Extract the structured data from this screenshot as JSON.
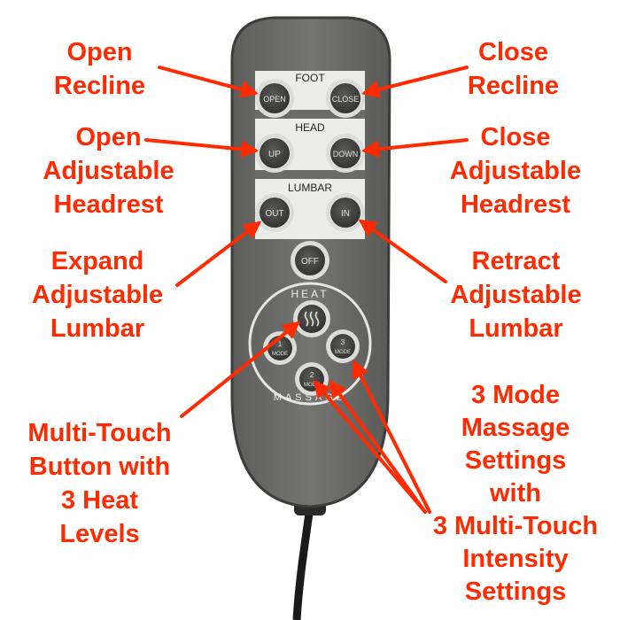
{
  "colors": {
    "annotation": "#ff2a00",
    "remote_body": "#6b6b69",
    "remote_outline": "#3c3c3a",
    "button_face": "#4a4a48",
    "button_ring": "#dcdcda",
    "panel_white": "#ececea",
    "cord": "#1a1a1a"
  },
  "remote": {
    "section_labels": {
      "foot": "FOOT",
      "head": "HEAD",
      "lumbar": "LUMBAR"
    },
    "buttons": {
      "open": "OPEN",
      "close": "CLOSE",
      "up": "UP",
      "down": "DOWN",
      "out": "OUT",
      "in": "IN",
      "off": "OFF"
    },
    "heat_label": "HEAT",
    "massage_label": "MASSAGE",
    "mode_buttons": [
      {
        "number": "1",
        "label": "MODE"
      },
      {
        "number": "2",
        "label": "MODE"
      },
      {
        "number": "3",
        "label": "MODE"
      }
    ],
    "heat_icon": "heat-waves-icon"
  },
  "annotations": {
    "open_recline": [
      "Open",
      "Recline"
    ],
    "close_recline": [
      "Close",
      "Recline"
    ],
    "open_headrest": [
      "Open",
      "Adjustable",
      "Headrest"
    ],
    "close_headrest": [
      "Close",
      "Adjustable",
      "Headrest"
    ],
    "expand_lumbar": [
      "Expand",
      "Adjustable",
      "Lumbar"
    ],
    "retract_lumbar": [
      "Retract",
      "Adjustable",
      "Lumbar"
    ],
    "heat_button": [
      "Multi-Touch",
      "Button with",
      "3 Heat",
      "Levels"
    ],
    "massage_settings": [
      "3 Mode",
      "Massage",
      "Settings",
      "with",
      "3 Multi-Touch",
      "Intensity",
      "Settings"
    ]
  }
}
